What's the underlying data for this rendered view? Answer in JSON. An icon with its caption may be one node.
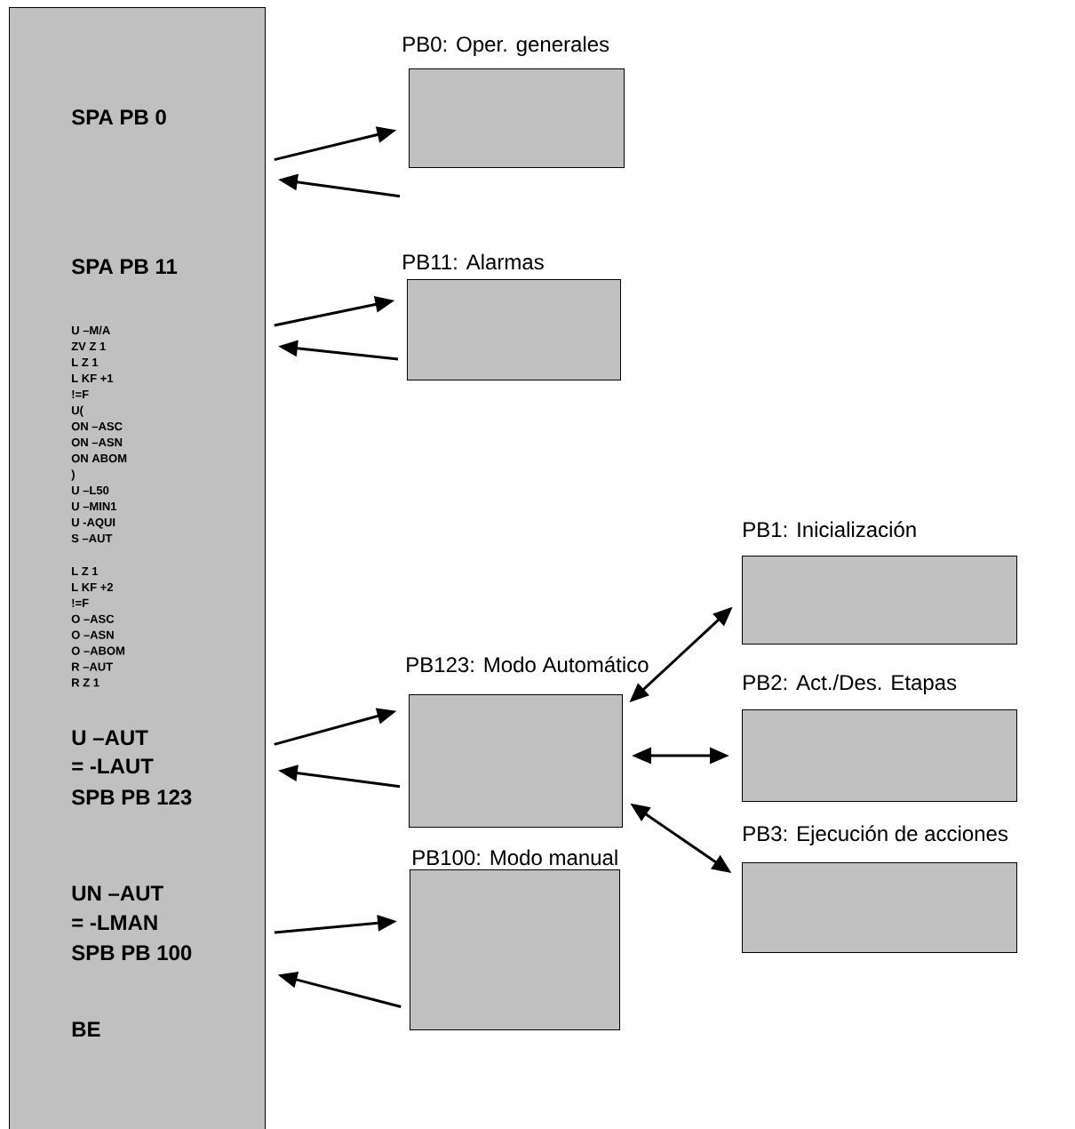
{
  "diagram": {
    "nodes": [
      {
        "text": [
          "SPA PB 0",
          "SPA PB 11",
          "U –M/A",
          "ZV Z 1",
          "L Z 1",
          "L KF +1",
          "!=F",
          "U(",
          "ON –ASC",
          "ON –ASN",
          "ON ABOM",
          ")",
          "U –L50",
          "U –MIN1",
          "U -AQUI",
          "S –AUT",
          "L Z 1",
          "L KF +2",
          "!=F",
          "O –ASC",
          "O –ASN",
          "O –ABOM",
          "R –AUT",
          "R Z 1",
          "U –AUT",
          "= -LAUT",
          "SPB PB 123",
          "UN –AUT",
          "= -LMAN",
          "SPB PB 100",
          "BE"
        ]
      },
      {
        "text": [
          "PB0: Oper. generales"
        ]
      },
      {
        "text": [
          "PB11: Alarmas"
        ]
      },
      {
        "text": [
          "PB123: Modo Automático"
        ]
      },
      {
        "text": [
          "PB100: Modo manual"
        ]
      },
      {
        "text": [
          "PB1: Inicialización"
        ]
      },
      {
        "text": [
          "PB2: Act./Des. Etapas"
        ]
      },
      {
        "text": [
          "PB3: Ejecución de acciones"
        ]
      }
    ],
    "edges": [
      {
        "from": 0,
        "to": 1,
        "arrow": "to"
      },
      {
        "from": 1,
        "to": 0,
        "arrow": "to"
      },
      {
        "from": 0,
        "to": 2,
        "arrow": "to"
      },
      {
        "from": 2,
        "to": 0,
        "arrow": "to"
      },
      {
        "from": 0,
        "to": 3,
        "arrow": "to"
      },
      {
        "from": 3,
        "to": 0,
        "arrow": "to"
      },
      {
        "from": 0,
        "to": 4,
        "arrow": "to"
      },
      {
        "from": 4,
        "to": 0,
        "arrow": "to"
      },
      {
        "from": 3,
        "to": 5,
        "arrow": "both"
      },
      {
        "from": 3,
        "to": 6,
        "arrow": "both"
      },
      {
        "from": 3,
        "to": 7,
        "arrow": "both"
      }
    ]
  }
}
